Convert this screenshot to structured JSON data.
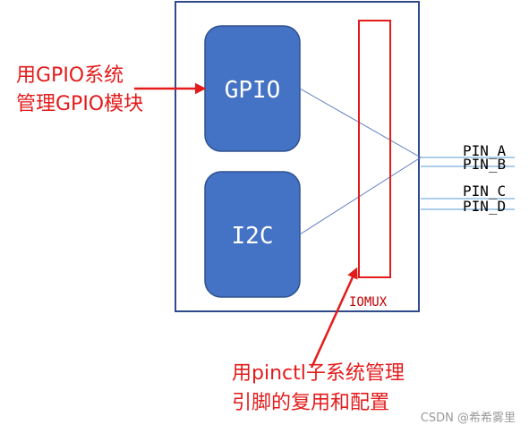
{
  "colors": {
    "soc_border": "#2f4b8c",
    "block_fill": "#4472c4",
    "block_stroke": "#2f528f",
    "iomux_stroke": "#e31b1b",
    "signal_line": "#5b7bbd",
    "pin_line": "#5b9bd5",
    "annotation": "#e31b1b"
  },
  "blocks": {
    "gpio": "GPIO",
    "i2c": "I2C"
  },
  "iomux": {
    "label": "IOMUX"
  },
  "pins": [
    "PIN_A",
    "PIN_B",
    "PIN_C",
    "PIN_D"
  ],
  "annotations": {
    "gpio_note_line1": "用GPIO系统",
    "gpio_note_line2": "管理GPIO模块",
    "pinctrl_note_line1": "用pinctl子系统管理",
    "pinctrl_note_line2": "引脚的复用和配置"
  },
  "watermark": "CSDN @希希雾里"
}
